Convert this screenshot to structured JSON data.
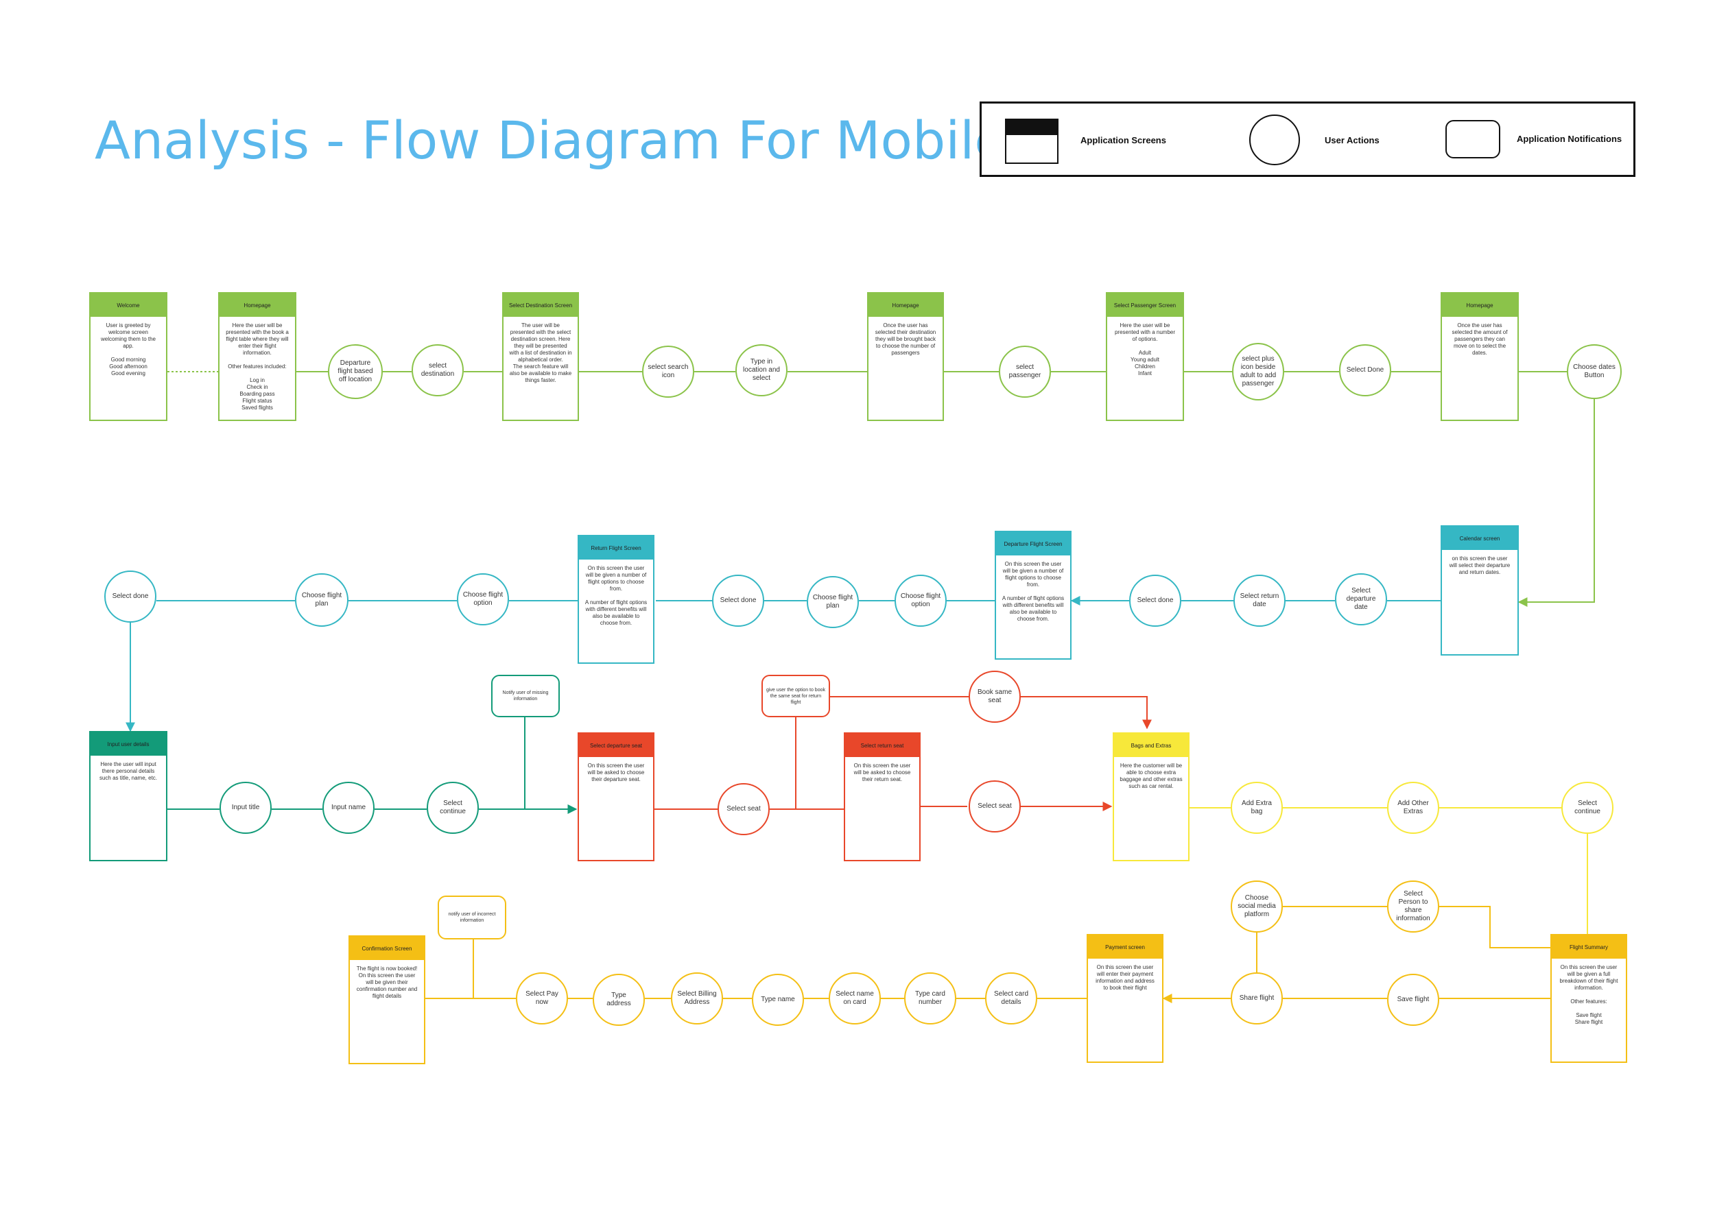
{
  "title": "Analysis - Flow Diagram For Mobile",
  "legend": {
    "screens": "Application Screens",
    "actions": "User Actions",
    "notifications": "Application Notifications"
  },
  "colors": {
    "green": "#8bc34a",
    "teal": "#35b7c4",
    "darkgreen": "#139b79",
    "red": "#e8472a",
    "yellow": "#f7e83a",
    "amber": "#f4bf15",
    "title": "#5bb8ec"
  },
  "nodes": [
    {
      "id": "s_welcome",
      "kind": "screen",
      "color": "green",
      "label": "Welcome",
      "text": "User is greeted by welcome screen welcoming them to the app.\n\nGood morning\nGood afternoon\nGood evening"
    },
    {
      "id": "s_home1",
      "kind": "screen",
      "color": "green",
      "label": "Homepage",
      "text": "Here the user will be presented with the book a flight table where they will enter their flight information.\n\nOther features included:\n\nLog in\nCheck in\nBoarding pass\nFlight status\nSaved flights"
    },
    {
      "id": "a_depart",
      "kind": "action",
      "color": "green",
      "text": "Departure flight based off location"
    },
    {
      "id": "a_seldest",
      "kind": "action",
      "color": "green",
      "text": "select destination"
    },
    {
      "id": "s_seldest",
      "kind": "screen",
      "color": "green",
      "label": "Select Destination Screen",
      "text": "The user will be presented with the select destination screen. Here they will be presented with a list of destination in alphabetical order.\nThe search feature will also be available to make things faster."
    },
    {
      "id": "a_search",
      "kind": "action",
      "color": "green",
      "text": "select search icon"
    },
    {
      "id": "a_typeloc",
      "kind": "action",
      "color": "green",
      "text": "Type in location and select"
    },
    {
      "id": "s_home2",
      "kind": "screen",
      "color": "green",
      "label": "Homepage",
      "text": "Once the user has selected their destination they will be brought back to choose the number of passengers"
    },
    {
      "id": "a_selpass",
      "kind": "action",
      "color": "green",
      "text": "select passenger"
    },
    {
      "id": "s_selpass",
      "kind": "screen",
      "color": "green",
      "label": "Select Passenger Screen",
      "text": "Here the user will be presented with a number of options.\n\nAdult\nYoung adult\nChildren\nInfant"
    },
    {
      "id": "a_plus",
      "kind": "action",
      "color": "green",
      "text": "select plus icon beside adult to add passenger"
    },
    {
      "id": "a_seldone1",
      "kind": "action",
      "color": "green",
      "text": "Select Done"
    },
    {
      "id": "s_home3",
      "kind": "screen",
      "color": "green",
      "label": "Homepage",
      "text": "Once the user has selected the amount of passengers they can move on to select the dates."
    },
    {
      "id": "a_dates",
      "kind": "action",
      "color": "green",
      "text": "Choose dates Button"
    },
    {
      "id": "s_cal",
      "kind": "screen",
      "color": "teal",
      "label": "Calendar screen",
      "text": "on this screen the user will select their departure and return dates."
    },
    {
      "id": "a_depdate",
      "kind": "action",
      "color": "teal",
      "text": "Select departure date"
    },
    {
      "id": "a_retdate",
      "kind": "action",
      "color": "teal",
      "text": "Select return date"
    },
    {
      "id": "a_done2",
      "kind": "action",
      "color": "teal",
      "text": "Select done"
    },
    {
      "id": "s_depflight",
      "kind": "screen",
      "color": "teal",
      "label": "Departure Flight Screen",
      "text": "On this screen the user will be given a number of flight options to choose from.\n\nA number of flight options with different benefits will also be available to choose from."
    },
    {
      "id": "a_fopt1",
      "kind": "action",
      "color": "teal",
      "text": "Choose flight option"
    },
    {
      "id": "a_fplan1",
      "kind": "action",
      "color": "teal",
      "text": "Choose flight plan"
    },
    {
      "id": "a_done3",
      "kind": "action",
      "color": "teal",
      "text": "Select done"
    },
    {
      "id": "s_retflight",
      "kind": "screen",
      "color": "teal",
      "label": "Return Flight Screen",
      "text": "On this screen the user will be given a number of flight options to choose from.\n\nA number of flight options with different benefits will also be available to choose from."
    },
    {
      "id": "a_fopt2",
      "kind": "action",
      "color": "teal",
      "text": "Choose flight option"
    },
    {
      "id": "a_fplan2",
      "kind": "action",
      "color": "teal",
      "text": "Choose flight plan"
    },
    {
      "id": "a_done4",
      "kind": "action",
      "color": "teal",
      "text": "Select done"
    },
    {
      "id": "s_input",
      "kind": "screen",
      "color": "darkgreen",
      "label": "Input user details",
      "text": "Here the user will input there personal details such as title, name, etc."
    },
    {
      "id": "a_title",
      "kind": "action",
      "color": "darkgreen",
      "text": "Input title"
    },
    {
      "id": "a_name",
      "kind": "action",
      "color": "darkgreen",
      "text": "Input name"
    },
    {
      "id": "a_cont1",
      "kind": "action",
      "color": "darkgreen",
      "text": "Select continue"
    },
    {
      "id": "n_missing",
      "kind": "notif",
      "color": "darkgreen",
      "text": "Notify user of missing information"
    },
    {
      "id": "s_depseat",
      "kind": "screen",
      "color": "red",
      "label": "Select departure seat",
      "text": "On this screen the user will be asked to choose their departure seat."
    },
    {
      "id": "a_seat1",
      "kind": "action",
      "color": "red",
      "text": "Select seat"
    },
    {
      "id": "n_same",
      "kind": "notif",
      "color": "red",
      "text": "give user the option to book the same seat for return flight"
    },
    {
      "id": "a_booksame",
      "kind": "action",
      "color": "red",
      "text": "Book same seat"
    },
    {
      "id": "s_retseat",
      "kind": "screen",
      "color": "red",
      "label": "Select return seat",
      "text": "On this screen the user will be asked to choose their return seat."
    },
    {
      "id": "a_seat2",
      "kind": "action",
      "color": "red",
      "text": "Select seat"
    },
    {
      "id": "s_bags",
      "kind": "screen",
      "color": "yellow",
      "label": "Bags and Extras",
      "text": "Here the customer will be able to choose extra baggage and other extras such as car rental."
    },
    {
      "id": "a_bag",
      "kind": "action",
      "color": "yellow",
      "text": "Add Extra bag"
    },
    {
      "id": "a_other",
      "kind": "action",
      "color": "yellow",
      "text": "Add Other Extras"
    },
    {
      "id": "a_cont2",
      "kind": "action",
      "color": "yellow",
      "text": "Select continue"
    },
    {
      "id": "s_summary",
      "kind": "screen",
      "color": "amber",
      "label": "Flight Summary",
      "text": "On this screen the user will be given a full breakdown of their flight information.\n\nOther features:\n\nSave flight\nShare flight"
    },
    {
      "id": "a_save",
      "kind": "action",
      "color": "amber",
      "text": "Save flight"
    },
    {
      "id": "a_share",
      "kind": "action",
      "color": "amber",
      "text": "Share flight"
    },
    {
      "id": "a_social",
      "kind": "action",
      "color": "amber",
      "text": "Choose social media platform"
    },
    {
      "id": "a_person",
      "kind": "action",
      "color": "amber",
      "text": "Select Person to share information"
    },
    {
      "id": "s_payment",
      "kind": "screen",
      "color": "amber",
      "label": "Payment screen",
      "text": "On this screen the user will enter their payment information and address to book their flight"
    },
    {
      "id": "a_card",
      "kind": "action",
      "color": "amber",
      "text": "Select card details"
    },
    {
      "id": "a_cardnum",
      "kind": "action",
      "color": "amber",
      "text": "Type card number"
    },
    {
      "id": "a_namecard",
      "kind": "action",
      "color": "amber",
      "text": "Select name on card"
    },
    {
      "id": "a_typename",
      "kind": "action",
      "color": "amber",
      "text": "Type name"
    },
    {
      "id": "a_billing",
      "kind": "action",
      "color": "amber",
      "text": "Select Billing Address"
    },
    {
      "id": "a_addr",
      "kind": "action",
      "color": "amber",
      "text": "Type address"
    },
    {
      "id": "a_pay",
      "kind": "action",
      "color": "amber",
      "text": "Select Pay now"
    },
    {
      "id": "n_incorrect",
      "kind": "notif",
      "color": "amber",
      "text": "notify user of incorrect information"
    },
    {
      "id": "s_confirm",
      "kind": "screen",
      "color": "amber",
      "label": "Confirmation Screen",
      "text": "The flight is now booked! On this screen the user will be given their confirmation number and flight details"
    }
  ]
}
